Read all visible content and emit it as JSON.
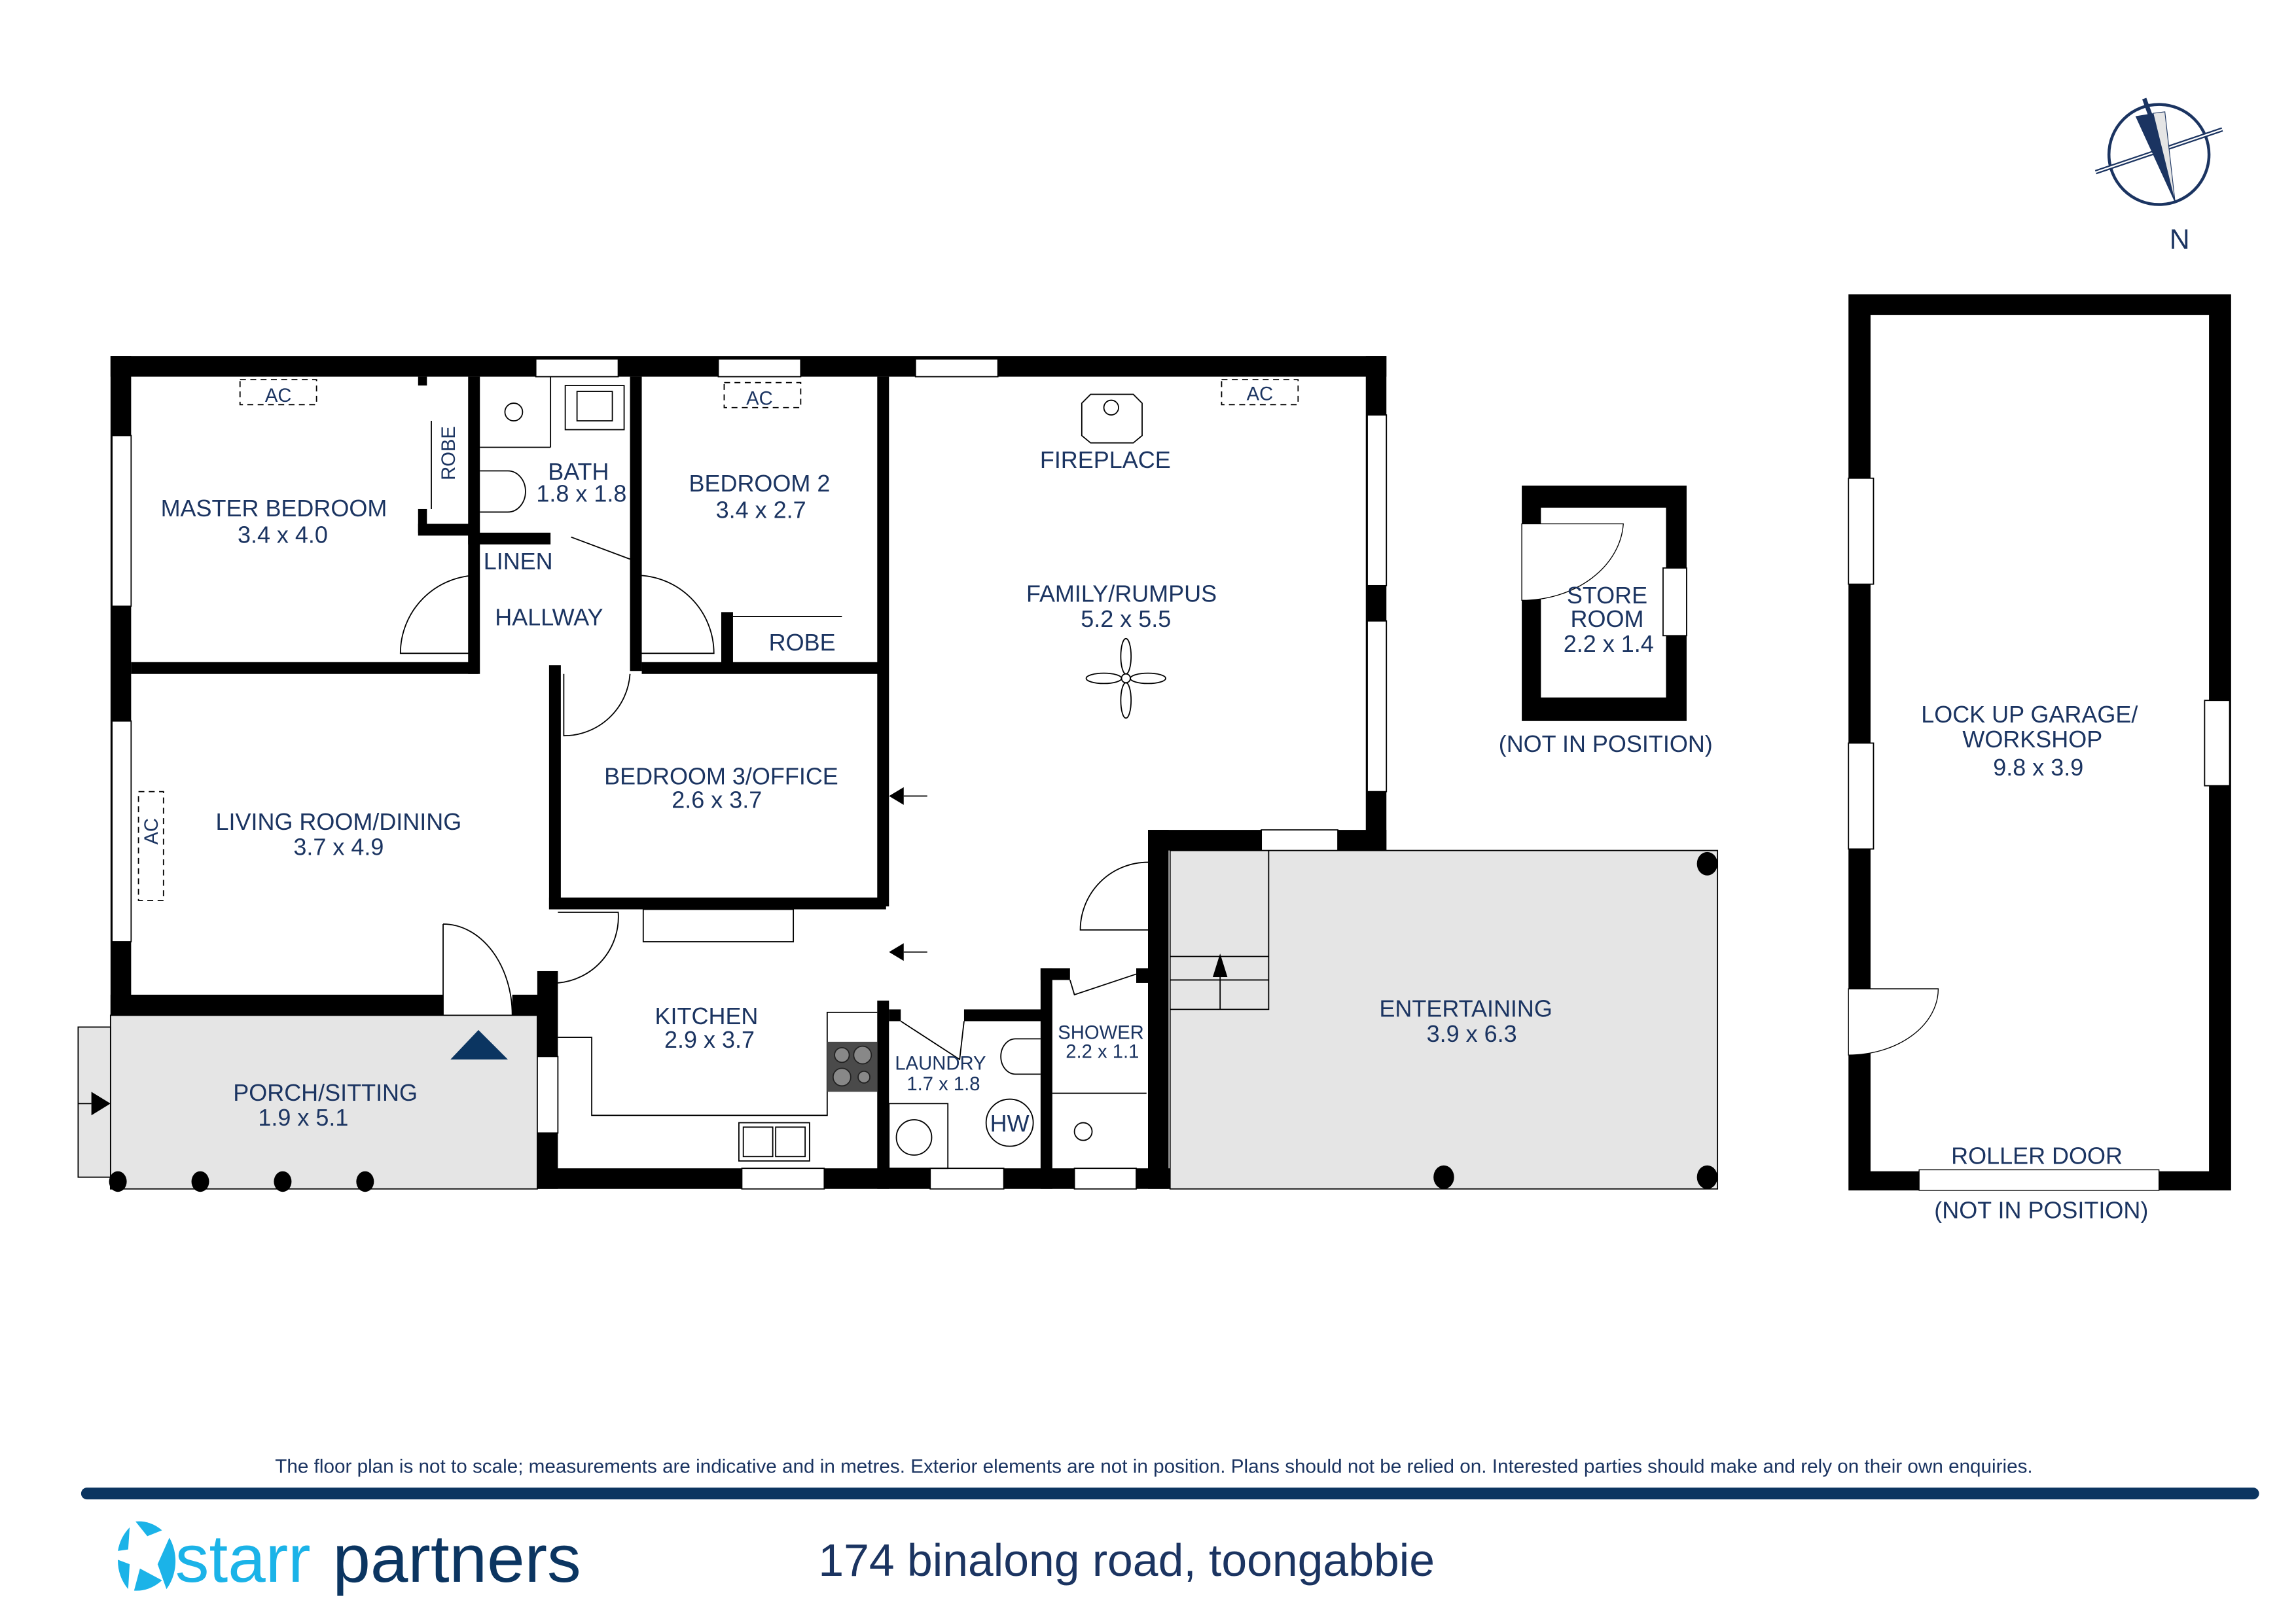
{
  "compass": {
    "label": "N"
  },
  "rooms": {
    "master_bedroom": {
      "name": "MASTER BEDROOM",
      "dims": "3.4 x 4.0",
      "ac": "AC",
      "robe": "ROBE"
    },
    "bath": {
      "name": "BATH",
      "dims": "1.8 x 1.8"
    },
    "bedroom2": {
      "name": "BEDROOM 2",
      "dims": "3.4 x 2.7",
      "ac": "AC",
      "robe": "ROBE"
    },
    "linen": {
      "name": "LINEN"
    },
    "hallway": {
      "name": "HALLWAY"
    },
    "family": {
      "name": "FAMILY/RUMPUS",
      "dims": "5.2 x 5.5",
      "ac": "AC",
      "fireplace": "FIREPLACE"
    },
    "living": {
      "name": "LIVING ROOM/DINING",
      "dims": "3.7 x 4.9",
      "ac": "AC"
    },
    "bedroom3": {
      "name": "BEDROOM 3/OFFICE",
      "dims": "2.6 x 3.7"
    },
    "kitchen": {
      "name": "KITCHEN",
      "dims": "2.9 x 3.7"
    },
    "laundry": {
      "name": "LAUNDRY",
      "dims": "1.7 x 1.8",
      "hw": "HW"
    },
    "shower": {
      "name": "SHOWER",
      "dims": "2.2 x 1.1"
    },
    "porch": {
      "name": "PORCH/SITTING",
      "dims": "1.9 x 5.1"
    },
    "entertaining": {
      "name": "ENTERTAINING",
      "dims": "3.9 x 6.3"
    },
    "store": {
      "name_line1": "STORE",
      "name_line2": "ROOM",
      "dims": "2.2 x 1.4",
      "note": "(NOT IN POSITION)"
    },
    "garage": {
      "name_line1": "LOCK UP GARAGE/",
      "name_line2": "WORKSHOP",
      "dims": "9.8 x 3.9",
      "door": "ROLLER DOOR",
      "note": "(NOT IN POSITION)"
    }
  },
  "footer": {
    "disclaimer": "The floor plan is not to scale; measurements are indicative and in metres. Exterior elements are not in position. Plans should not be relied on. Interested parties should make and rely on their own enquiries.",
    "brand_part1": "starr",
    "brand_part2": "partners",
    "address": "174 binalong road, toongabbie"
  },
  "colors": {
    "label": "#1b3461",
    "brand_light": "#1bb3e8",
    "brand_dark": "#0b3561",
    "outdoor_fill": "#e5e5e5",
    "wall": "#000000"
  }
}
